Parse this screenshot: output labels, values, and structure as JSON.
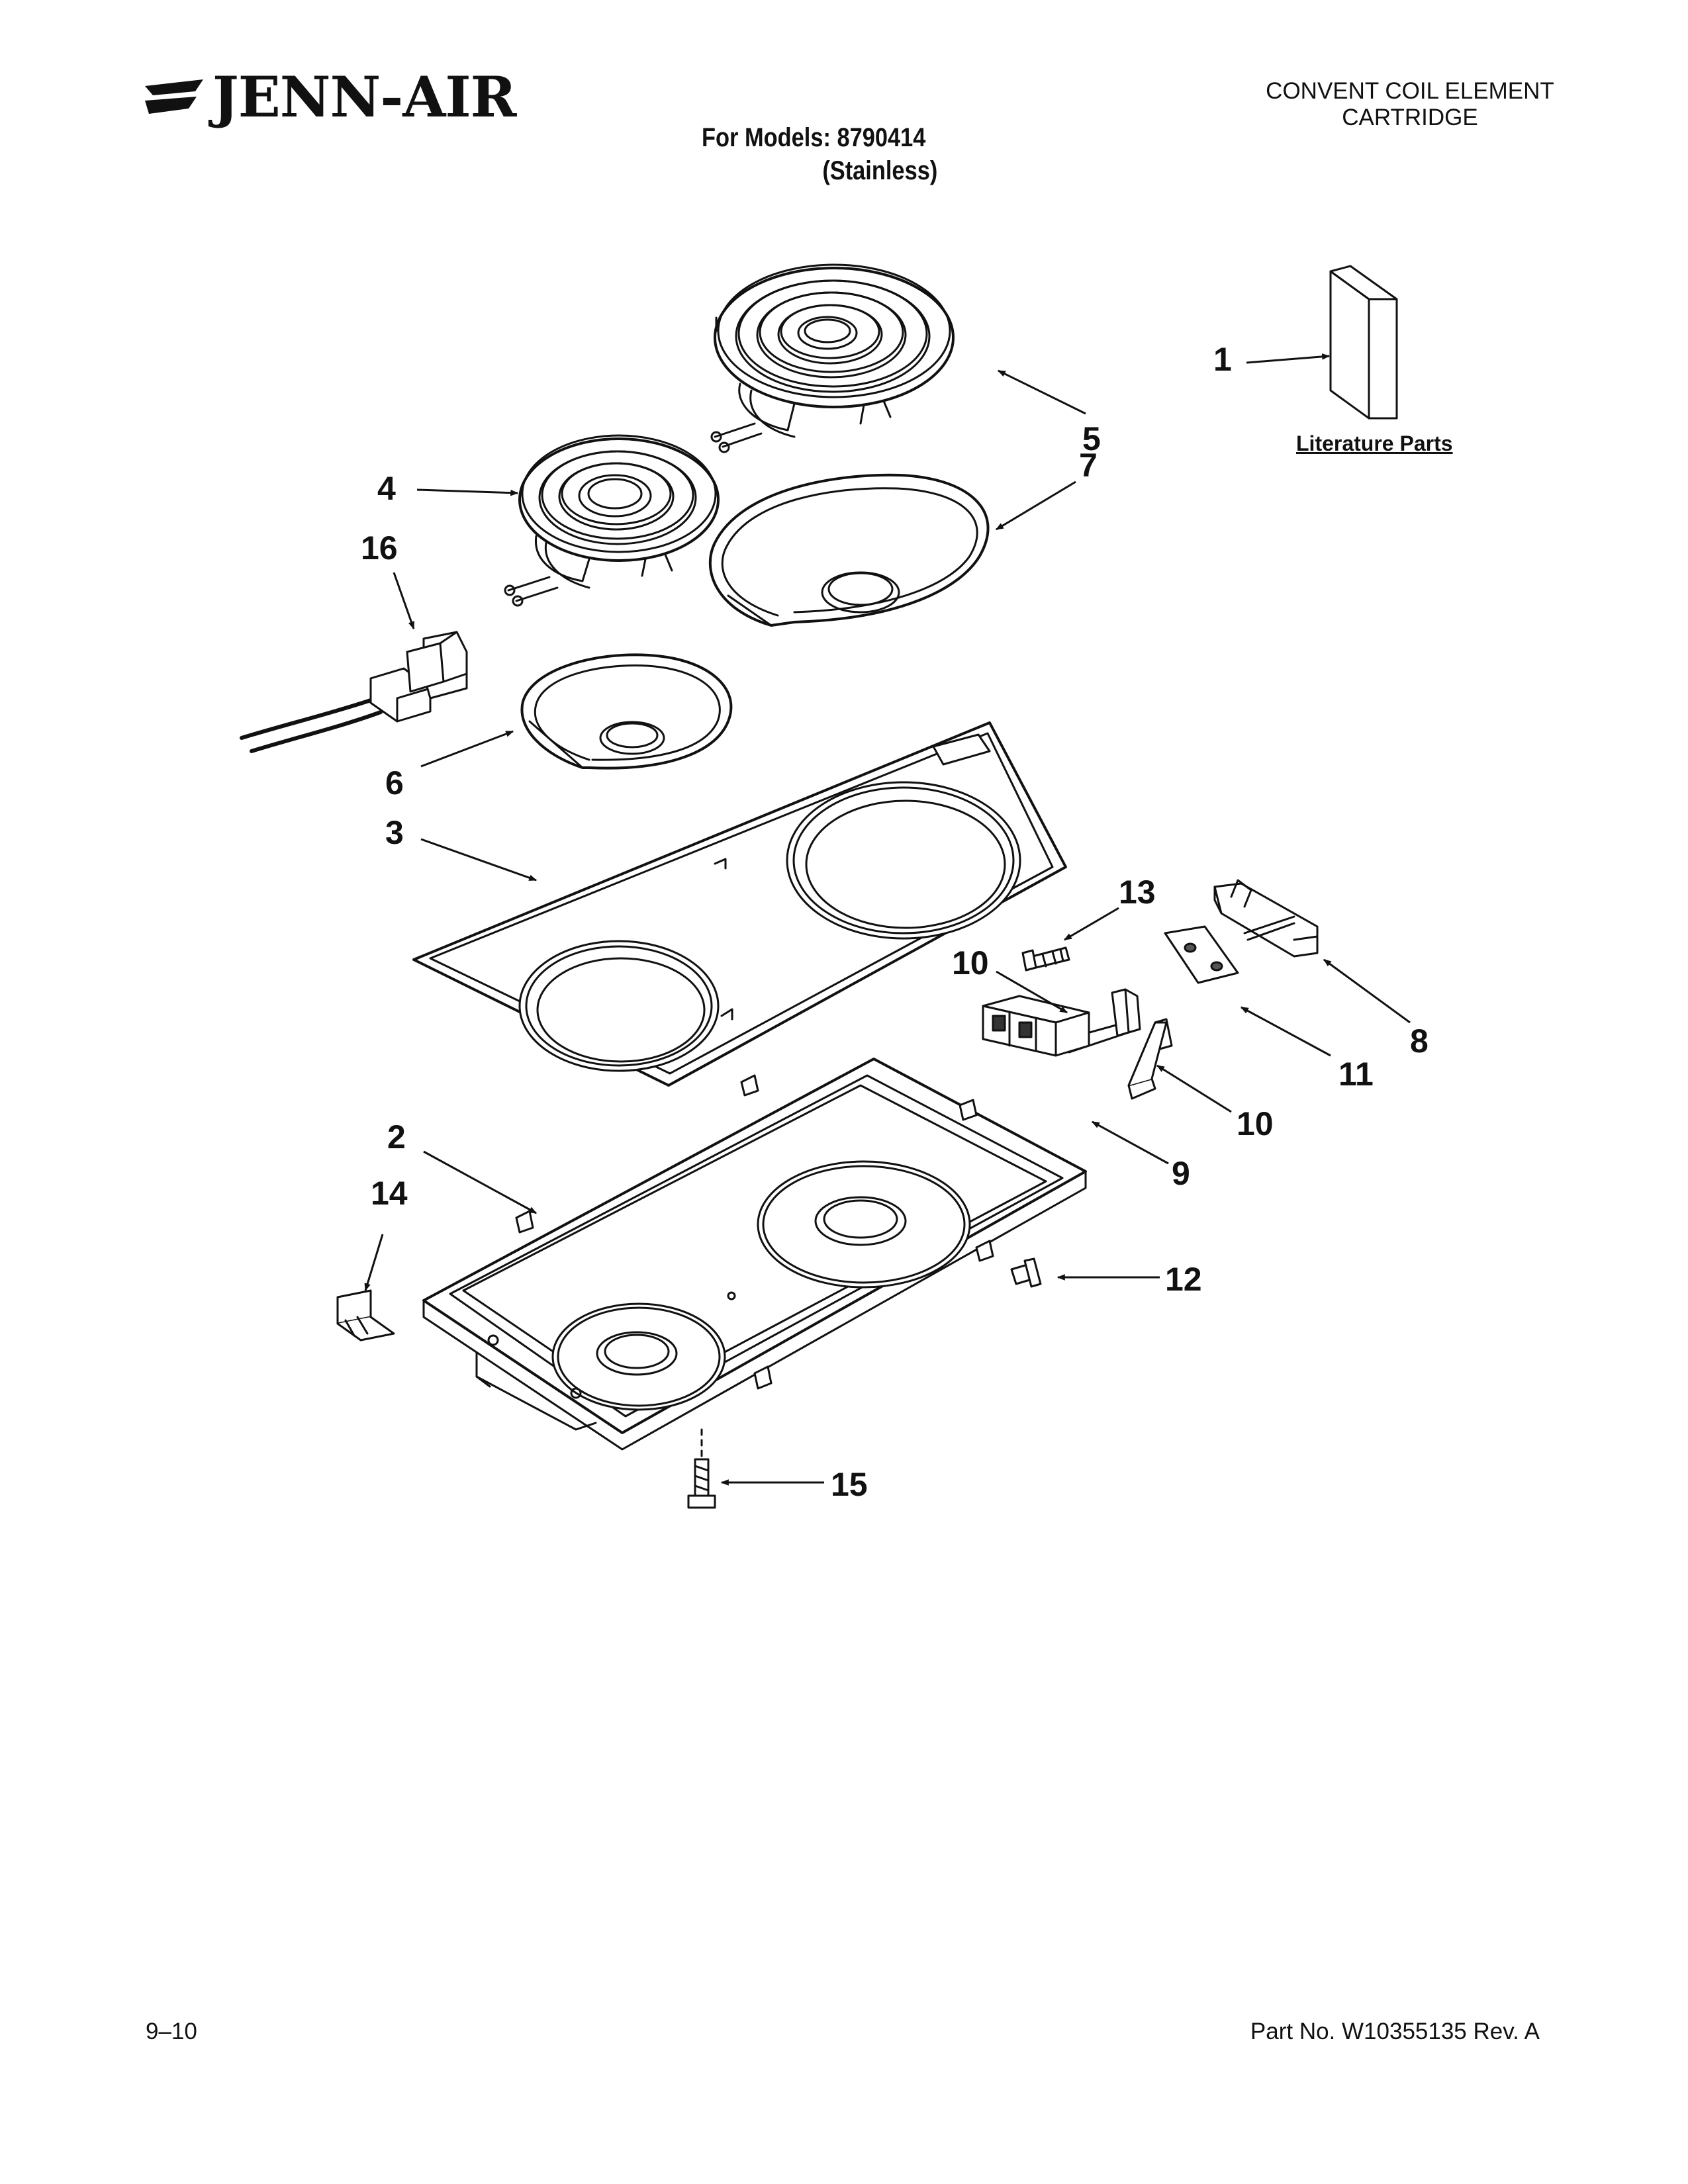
{
  "header": {
    "brand": "JENN-AIR",
    "section_title_line1": "CONVENT COIL ELEMENT",
    "section_title_line2": "CARTRIDGE",
    "models_line": "For Models: 8790414",
    "variant_line": "(Stainless)"
  },
  "literature_label": "Literature Parts",
  "callouts": {
    "c1": "1",
    "c2": "2",
    "c3": "3",
    "c4": "4",
    "c5": "5",
    "c6": "6",
    "c7": "7",
    "c8": "8",
    "c9": "9",
    "c10a": "10",
    "c10b": "10",
    "c11": "11",
    "c12": "12",
    "c13": "13",
    "c14": "14",
    "c15": "15",
    "c16": "16"
  },
  "footer": {
    "date": "9–10",
    "part_number": "Part No. W10355135 Rev. A"
  }
}
